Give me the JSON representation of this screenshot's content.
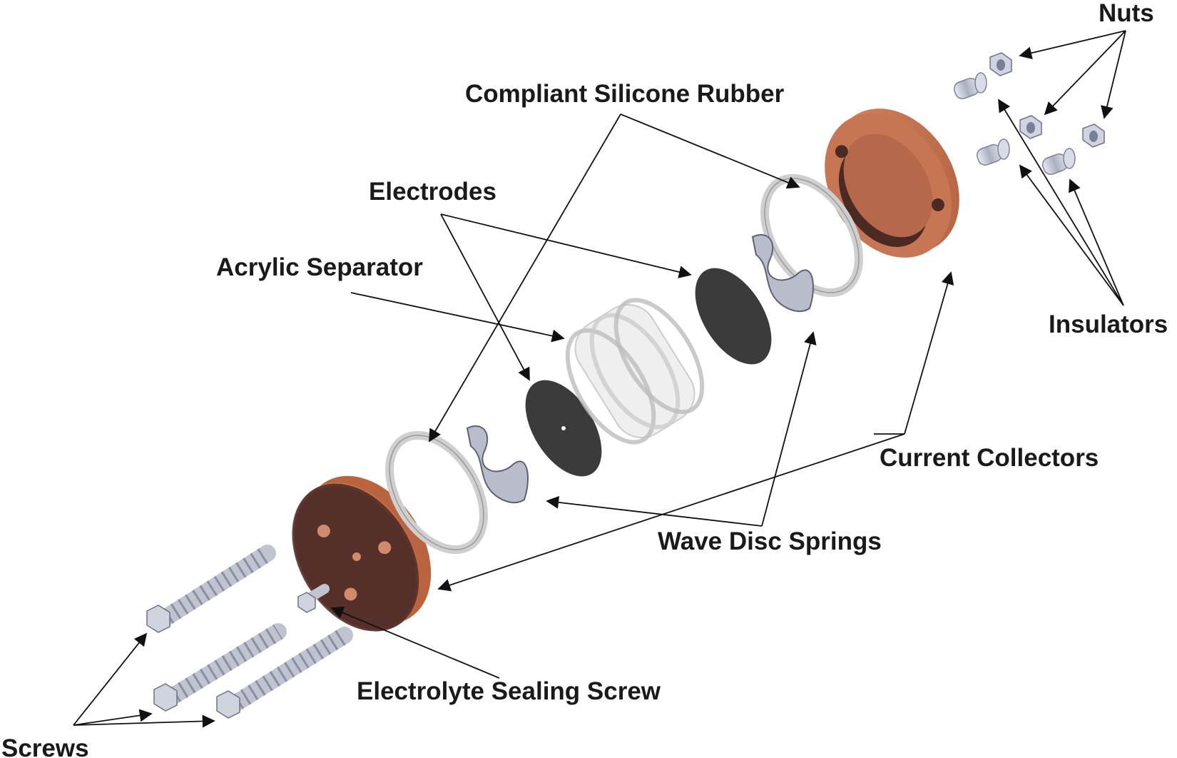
{
  "labels": {
    "nuts": "Nuts",
    "compliant_silicone_rubber": "Compliant Silicone Rubber",
    "electrodes": "Electrodes",
    "acrylic_separator": "Acrylic Separator",
    "insulators": "Insulators",
    "current_collectors": "Current Collectors",
    "wave_disc_springs": "Wave Disc Springs",
    "electrolyte_sealing_screw": "Electrolyte Sealing Screw",
    "screws": "Screws"
  },
  "colors": {
    "copper": "#c2714f",
    "copper_dark": "#4a2a22",
    "gasket": "#d9d9d9",
    "electrode": "#3b3b3b",
    "acrylic": "#e6e6e6",
    "steel": "#c7ccd6",
    "spring": "#8f93a6",
    "arrow": "#111111",
    "label": "#1a1a1a"
  }
}
